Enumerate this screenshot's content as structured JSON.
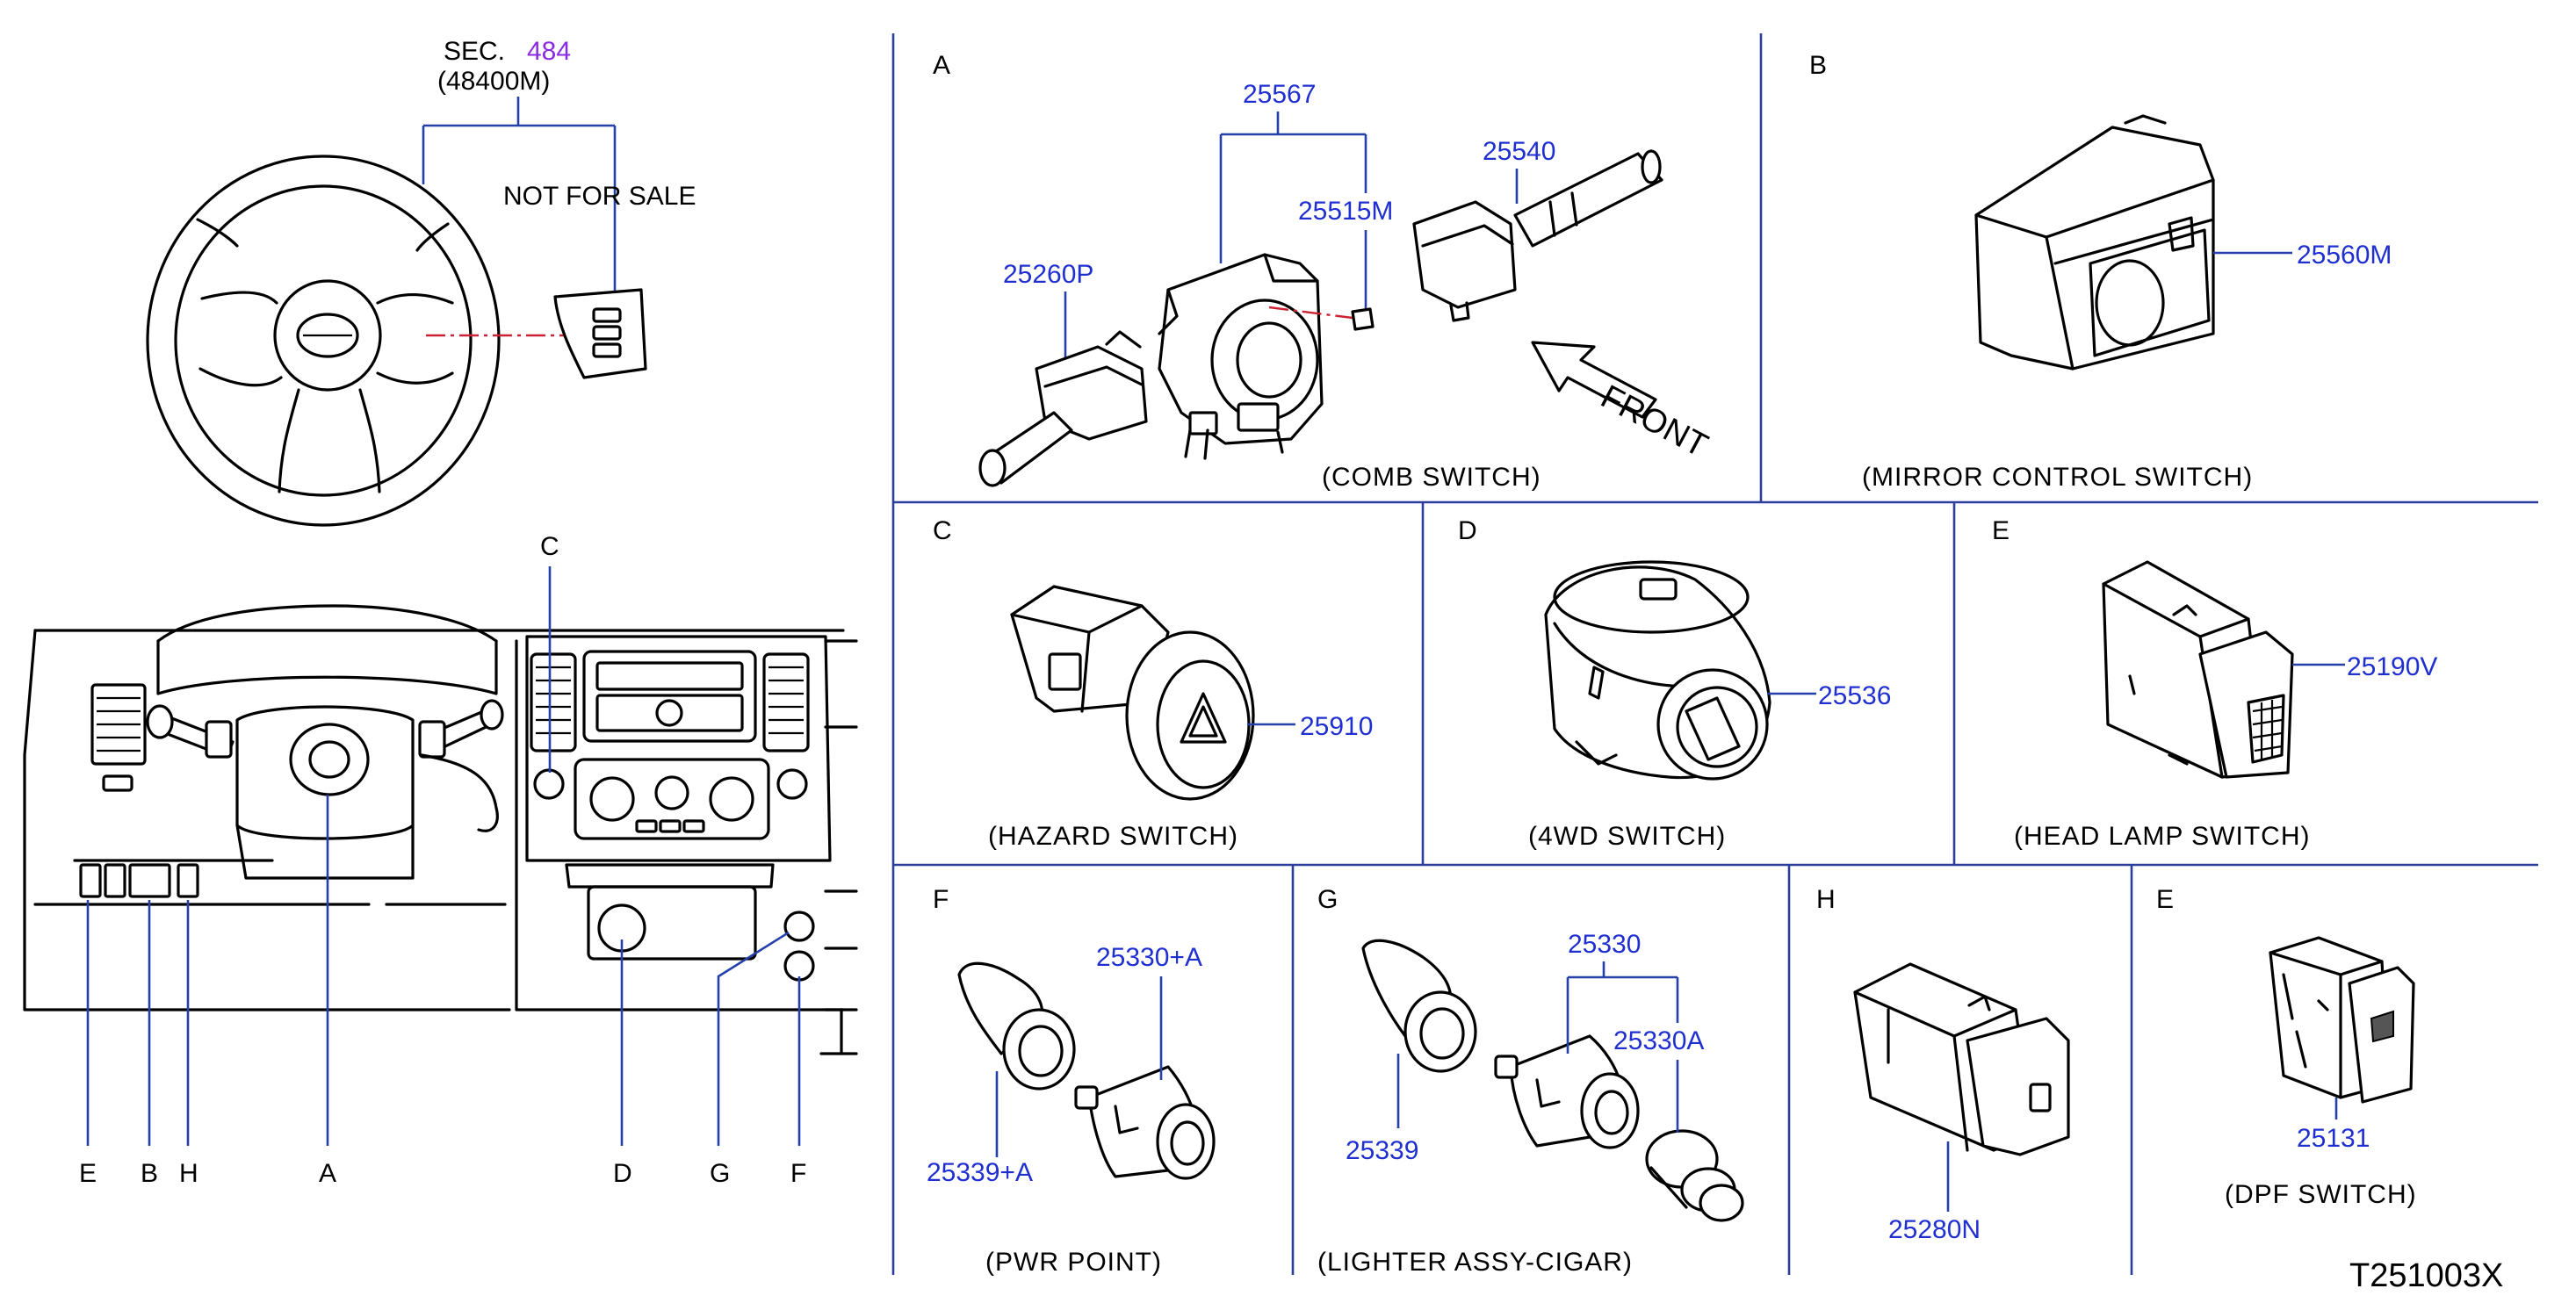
{
  "sec_ref": {
    "prefix": "SEC.",
    "number": "484",
    "sub": "(48400M)"
  },
  "not_for_sale": "NOT   FOR   SALE",
  "overview_callouts": {
    "C": "C",
    "E": "E",
    "B": "B",
    "H": "H",
    "A": "A",
    "D": "D",
    "G": "G",
    "F": "F"
  },
  "panels": {
    "A": {
      "letter": "A",
      "caption": "(COMB   SWITCH)",
      "parts": [
        "25567",
        "25540",
        "25515M",
        "25260P"
      ],
      "front": "FRONT"
    },
    "B": {
      "letter": "B",
      "caption": "(MIRROR   CONTROL   SWITCH)",
      "parts": [
        "25560M"
      ]
    },
    "C": {
      "letter": "C",
      "caption": "(HAZARD   SWITCH)",
      "parts": [
        "25910"
      ]
    },
    "D": {
      "letter": "D",
      "caption": "(4WD   SWITCH)",
      "parts": [
        "25536"
      ]
    },
    "E": {
      "letter": "E",
      "caption": "(HEAD   LAMP   SWITCH)",
      "parts": [
        "25190V"
      ]
    },
    "F": {
      "letter": "F",
      "caption": "(PWR   POINT)",
      "parts": [
        "25330+A",
        "25339+A"
      ]
    },
    "G": {
      "letter": "G",
      "caption": "(LIGHTER   ASSY-CIGAR)",
      "parts": [
        "25330",
        "25330A",
        "25339"
      ]
    },
    "H": {
      "letter": "H",
      "caption": "",
      "parts": [
        "25280N"
      ]
    },
    "E2": {
      "letter": "E",
      "caption": "(DPF   SWITCH)",
      "parts": [
        "25131"
      ]
    }
  },
  "drawing_id": "T251003X"
}
